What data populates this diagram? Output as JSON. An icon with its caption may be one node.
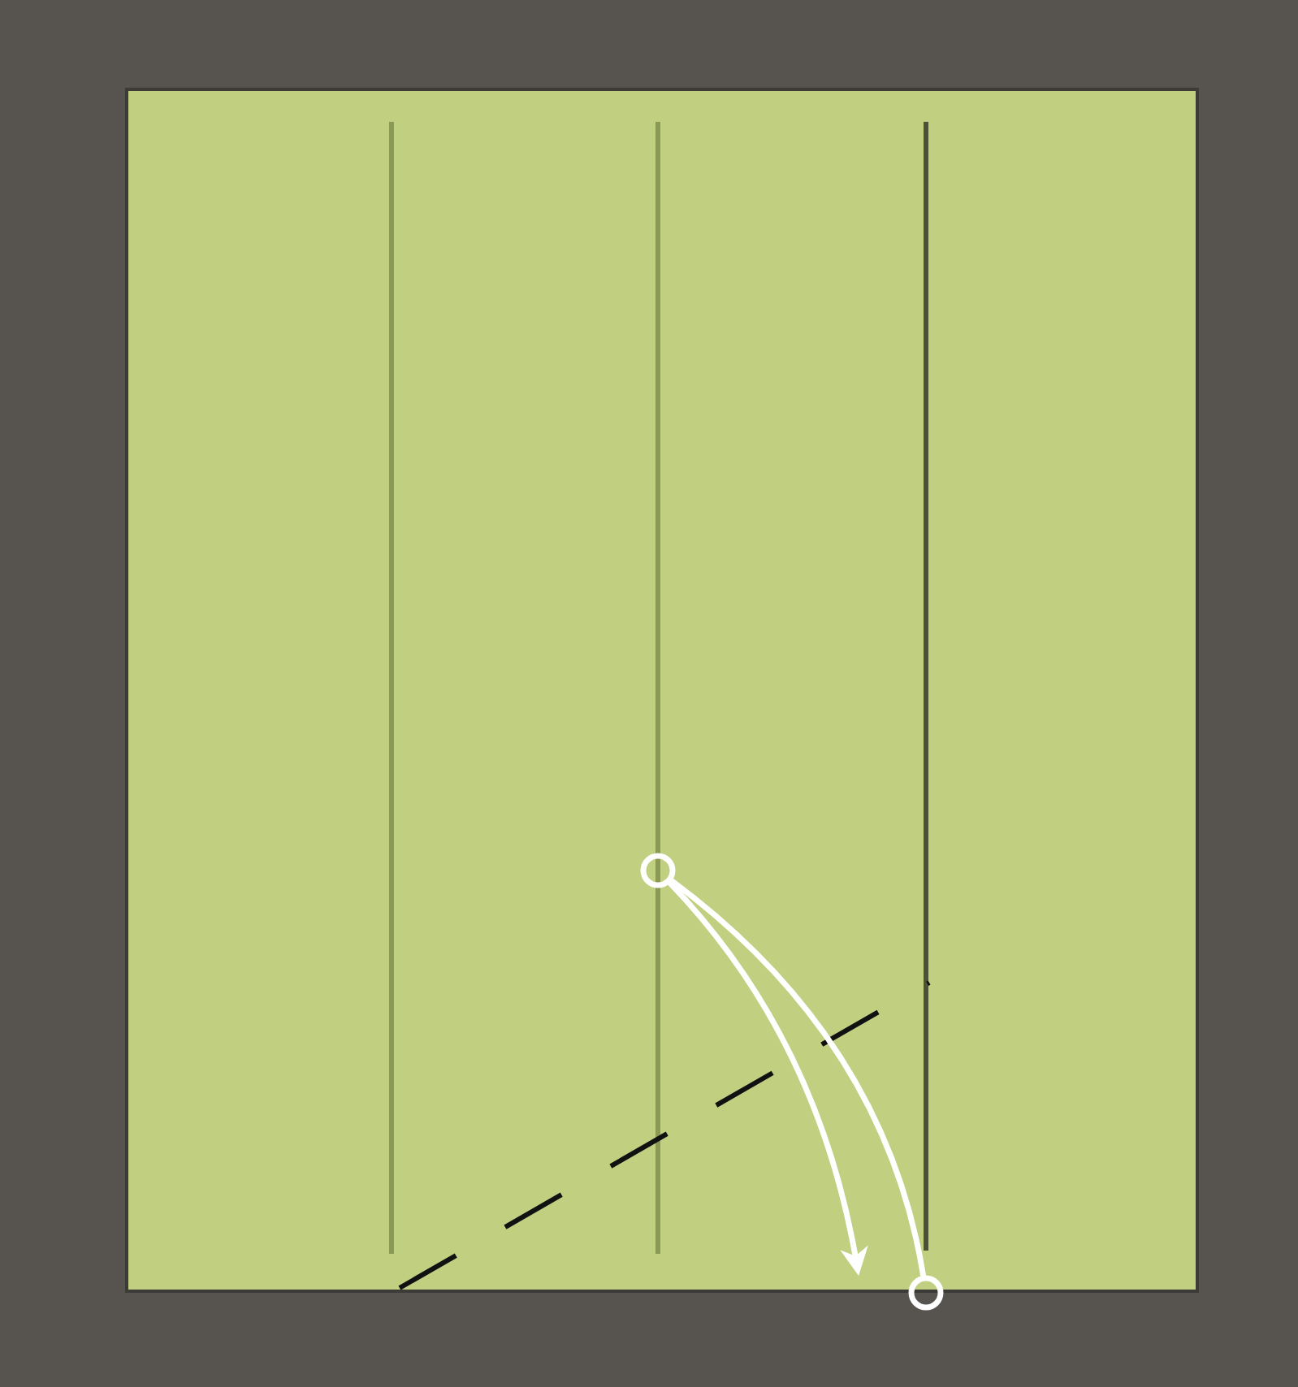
{
  "diagram": {
    "nodes": [
      {
        "text": [],
        "shape": "circle"
      },
      {
        "text": [],
        "shape": "circle"
      }
    ],
    "edges": [
      {
        "from": 0,
        "to": 1,
        "arrow": "none"
      },
      {
        "from": 0,
        "to": null,
        "arrow": "to"
      }
    ]
  }
}
